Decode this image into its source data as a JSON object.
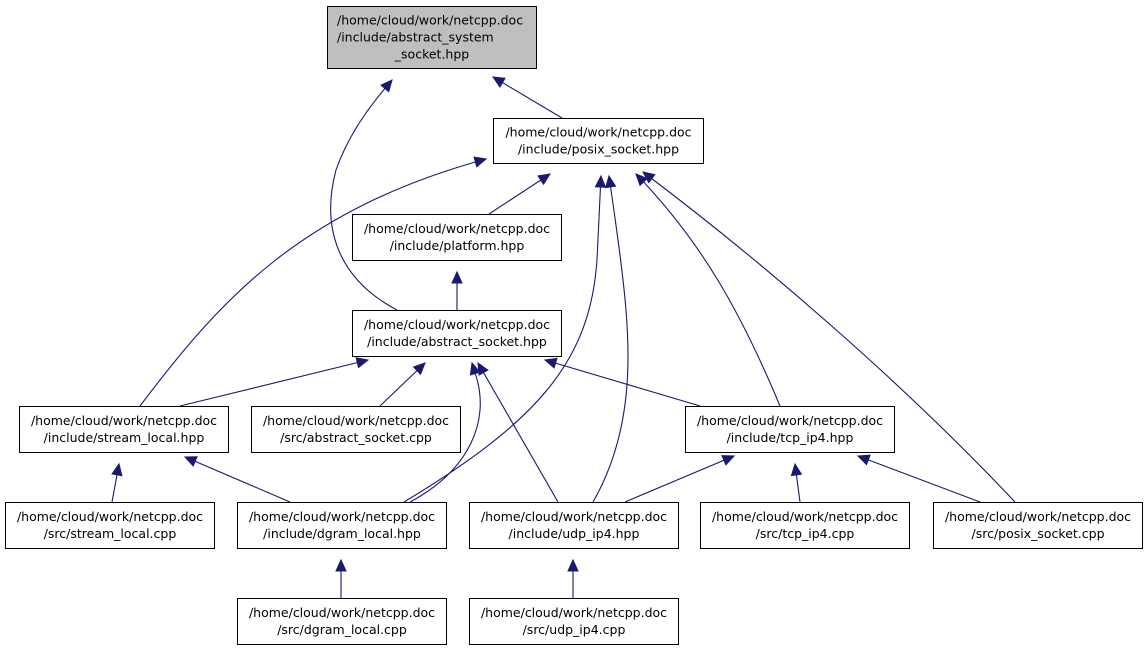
{
  "graph": {
    "title": "Include dependency graph",
    "colors": {
      "edge": "#191970",
      "root_fill": "#bfbfbf",
      "node_fill": "#ffffff",
      "border": "#000000"
    },
    "nodes": [
      {
        "id": "abstract_system_socket_hpp",
        "lines": [
          "/home/cloud/work/netcpp.doc",
          "/include/abstract_system",
          "_socket.hpp"
        ],
        "root": true
      },
      {
        "id": "posix_socket_hpp",
        "lines": [
          "/home/cloud/work/netcpp.doc",
          "/include/posix_socket.hpp"
        ]
      },
      {
        "id": "platform_hpp",
        "lines": [
          "/home/cloud/work/netcpp.doc",
          "/include/platform.hpp"
        ]
      },
      {
        "id": "abstract_socket_hpp",
        "lines": [
          "/home/cloud/work/netcpp.doc",
          "/include/abstract_socket.hpp"
        ]
      },
      {
        "id": "stream_local_hpp",
        "lines": [
          "/home/cloud/work/netcpp.doc",
          "/include/stream_local.hpp"
        ]
      },
      {
        "id": "abstract_socket_cpp",
        "lines": [
          "/home/cloud/work/netcpp.doc",
          "/src/abstract_socket.cpp"
        ]
      },
      {
        "id": "tcp_ip4_hpp",
        "lines": [
          "/home/cloud/work/netcpp.doc",
          "/include/tcp_ip4.hpp"
        ]
      },
      {
        "id": "stream_local_cpp",
        "lines": [
          "/home/cloud/work/netcpp.doc",
          "/src/stream_local.cpp"
        ]
      },
      {
        "id": "dgram_local_hpp",
        "lines": [
          "/home/cloud/work/netcpp.doc",
          "/include/dgram_local.hpp"
        ]
      },
      {
        "id": "udp_ip4_hpp",
        "lines": [
          "/home/cloud/work/netcpp.doc",
          "/include/udp_ip4.hpp"
        ]
      },
      {
        "id": "tcp_ip4_cpp",
        "lines": [
          "/home/cloud/work/netcpp.doc",
          "/src/tcp_ip4.cpp"
        ]
      },
      {
        "id": "posix_socket_cpp",
        "lines": [
          "/home/cloud/work/netcpp.doc",
          "/src/posix_socket.cpp"
        ]
      },
      {
        "id": "dgram_local_cpp",
        "lines": [
          "/home/cloud/work/netcpp.doc",
          "/src/dgram_local.cpp"
        ]
      },
      {
        "id": "udp_ip4_cpp",
        "lines": [
          "/home/cloud/work/netcpp.doc",
          "/src/udp_ip4.cpp"
        ]
      }
    ],
    "edges": [
      {
        "from": "posix_socket_hpp",
        "to": "abstract_system_socket_hpp"
      },
      {
        "from": "abstract_socket_hpp",
        "to": "abstract_system_socket_hpp"
      },
      {
        "from": "platform_hpp",
        "to": "posix_socket_hpp"
      },
      {
        "from": "stream_local_hpp",
        "to": "posix_socket_hpp"
      },
      {
        "from": "dgram_local_hpp",
        "to": "posix_socket_hpp"
      },
      {
        "from": "udp_ip4_hpp",
        "to": "posix_socket_hpp"
      },
      {
        "from": "tcp_ip4_hpp",
        "to": "posix_socket_hpp"
      },
      {
        "from": "posix_socket_cpp",
        "to": "posix_socket_hpp"
      },
      {
        "from": "abstract_socket_hpp",
        "to": "platform_hpp"
      },
      {
        "from": "stream_local_hpp",
        "to": "abstract_socket_hpp"
      },
      {
        "from": "abstract_socket_cpp",
        "to": "abstract_socket_hpp"
      },
      {
        "from": "dgram_local_hpp",
        "to": "abstract_socket_hpp"
      },
      {
        "from": "udp_ip4_hpp",
        "to": "abstract_socket_hpp"
      },
      {
        "from": "tcp_ip4_hpp",
        "to": "abstract_socket_hpp"
      },
      {
        "from": "stream_local_cpp",
        "to": "stream_local_hpp"
      },
      {
        "from": "dgram_local_hpp",
        "to": "stream_local_hpp"
      },
      {
        "from": "udp_ip4_hpp",
        "to": "tcp_ip4_hpp"
      },
      {
        "from": "tcp_ip4_cpp",
        "to": "tcp_ip4_hpp"
      },
      {
        "from": "posix_socket_cpp",
        "to": "tcp_ip4_hpp"
      },
      {
        "from": "dgram_local_cpp",
        "to": "dgram_local_hpp"
      },
      {
        "from": "udp_ip4_cpp",
        "to": "udp_ip4_hpp"
      }
    ]
  }
}
